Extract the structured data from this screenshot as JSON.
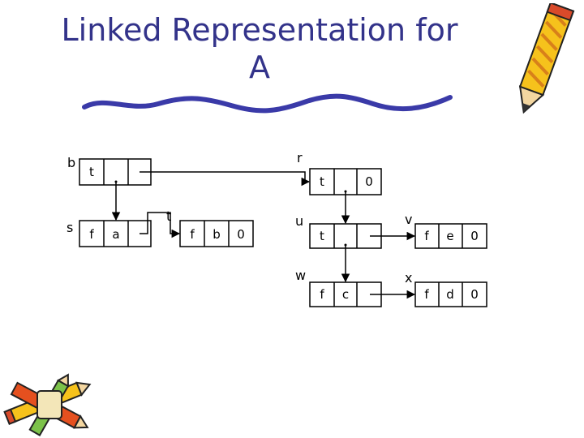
{
  "title": {
    "line1": "Linked Representation for",
    "line2": "A"
  },
  "node_labels": {
    "b": "b",
    "s": "s",
    "t": "t",
    "r": "r",
    "u": "u",
    "v": "v",
    "w": "w",
    "x": "x"
  },
  "cells": {
    "b_tag": "t",
    "b_dlink": "",
    "b_rlink": "",
    "s_tag": "f",
    "s_data": "a",
    "s_link": "",
    "t_tag": "f",
    "t_data": "b",
    "t_link": "0",
    "r_tag": "t",
    "r_dlink": "",
    "r_link": "0",
    "u_tag": "t",
    "u_dlink": "",
    "u_link": "",
    "v_tag": "f",
    "v_data": "e",
    "v_link": "0",
    "w_tag": "f",
    "w_data": "c",
    "w_link": "",
    "x_tag": "f",
    "x_data": "d",
    "x_link": "0"
  },
  "colors": {
    "title": "#33338a",
    "squiggle": "#3a3aa8"
  },
  "decorations": [
    "pencil-icon",
    "pencils-bundle-icon"
  ]
}
